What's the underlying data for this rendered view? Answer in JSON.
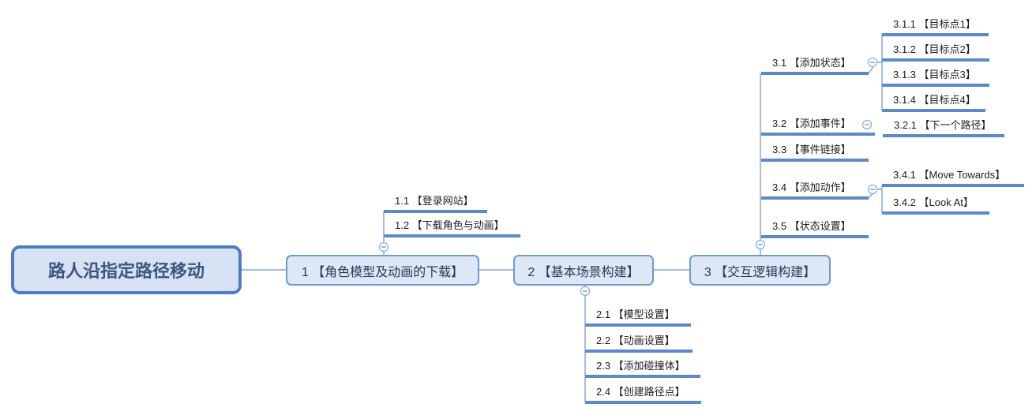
{
  "colors": {
    "bar": "#5b8ac7",
    "line": "#7fa3d6",
    "nodefill": "#dde8f6",
    "nodeborder": "#6f99cf",
    "nodetext": "#25395a",
    "rootfill": "#d7e2f4",
    "rootborder": "#4d7cc3",
    "roottext": "#3c5684",
    "subtext": "#1d1d1d"
  },
  "root": {
    "label": "路人沿指定路径移动"
  },
  "topics": [
    {
      "label": "1 【角色模型及动画的下载】",
      "children": [
        {
          "label": "1.1 【登录网站】"
        },
        {
          "label": "1.2 【下载角色与动画】"
        }
      ]
    },
    {
      "label": "2 【基本场景构建】",
      "children": [
        {
          "label": "2.1 【模型设置】"
        },
        {
          "label": "2.2 【动画设置】"
        },
        {
          "label": "2.3 【添加碰撞体】"
        },
        {
          "label": "2.4 【创建路径点】"
        }
      ]
    },
    {
      "label": "3 【交互逻辑构建】",
      "children": [
        {
          "label": "3.1 【添加状态】",
          "children": [
            {
              "label": "3.1.1 【目标点1】"
            },
            {
              "label": "3.1.2 【目标点2】"
            },
            {
              "label": "3.1.3 【目标点3】"
            },
            {
              "label": "3.1.4 【目标点4】"
            }
          ]
        },
        {
          "label": "3.2 【添加事件】",
          "children": [
            {
              "label": "3.2.1 【下一个路径】"
            }
          ]
        },
        {
          "label": "3.3 【事件链接】"
        },
        {
          "label": "3.4 【添加动作】",
          "children": [
            {
              "label": "3.4.1 【Move Towards】"
            },
            {
              "label": "3.4.2 【Look At】"
            }
          ]
        },
        {
          "label": "3.5 【状态设置】"
        }
      ]
    }
  ]
}
